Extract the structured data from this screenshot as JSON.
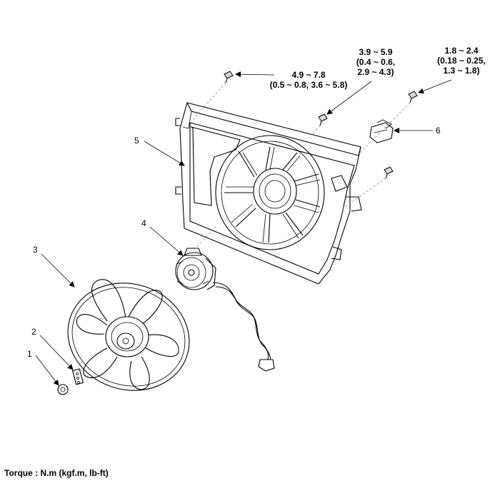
{
  "diagram": {
    "footer": "Torque : N.m (kgf.m, lb-ft)",
    "torque_specs": {
      "upper_bolt": {
        "line1": "4.9 ~ 7.8",
        "line2": "(0.5 ~ 0.8, 3.6 ~ 5.8)"
      },
      "middle_bolt": {
        "line1": "3.9 ~ 5.9",
        "line2": "(0.4 ~ 0.6,",
        "line3": "2.9 ~ 4.3)"
      },
      "right_bolt": {
        "line1": "1.8 ~ 2.4",
        "line2": "(0.18 ~ 0.25,",
        "line3": "1.3 ~ 1.8)"
      }
    },
    "callouts": [
      "1",
      "2",
      "3",
      "4",
      "5",
      "6"
    ]
  }
}
